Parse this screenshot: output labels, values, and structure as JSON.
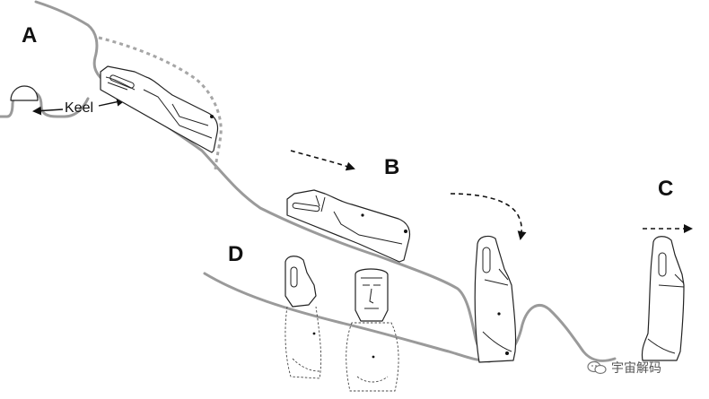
{
  "labels": {
    "a": "A",
    "b": "B",
    "c": "C",
    "d": "D",
    "keel": "Keel"
  },
  "watermark": {
    "text": "宇宙解码",
    "icon": "wechat-icon"
  },
  "colors": {
    "ground": "#9a9a9a",
    "dotted_outline": "#a6a6a6",
    "ink": "#111111"
  }
}
